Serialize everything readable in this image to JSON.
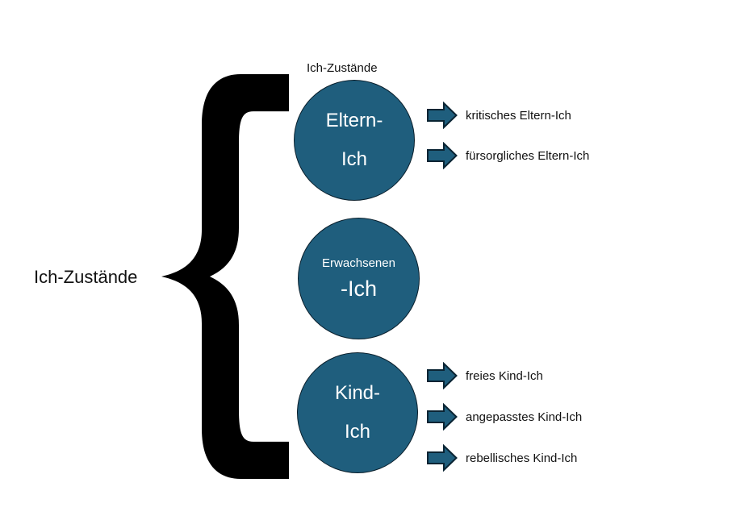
{
  "diagram": {
    "title_left": "Ich-Zustände",
    "title_top": "Ich-Zustände",
    "colors": {
      "shape_fill": "#1f5e7d",
      "shape_outline": "#0a2433",
      "circle_outline": "#0a1f2c",
      "brace": "#000000",
      "text": "#111111",
      "text_on_shape": "#ffffff",
      "background": "#ffffff"
    },
    "nodes": [
      {
        "id": "eltern-ich",
        "line1": "Eltern-",
        "line2": "Ich"
      },
      {
        "id": "erwachsenen-ich",
        "line1": "Erwachsenen",
        "line2": "-Ich"
      },
      {
        "id": "kind-ich",
        "line1": "Kind-",
        "line2": "Ich"
      }
    ],
    "arrows": [
      {
        "parent": "eltern-ich",
        "label": "kritisches Eltern-Ich"
      },
      {
        "parent": "eltern-ich",
        "label": "fürsorgliches Eltern-Ich"
      },
      {
        "parent": "kind-ich",
        "label": "freies Kind-Ich"
      },
      {
        "parent": "kind-ich",
        "label": "angepasstes Kind-Ich"
      },
      {
        "parent": "kind-ich",
        "label": "rebellisches Kind-Ich"
      }
    ]
  }
}
